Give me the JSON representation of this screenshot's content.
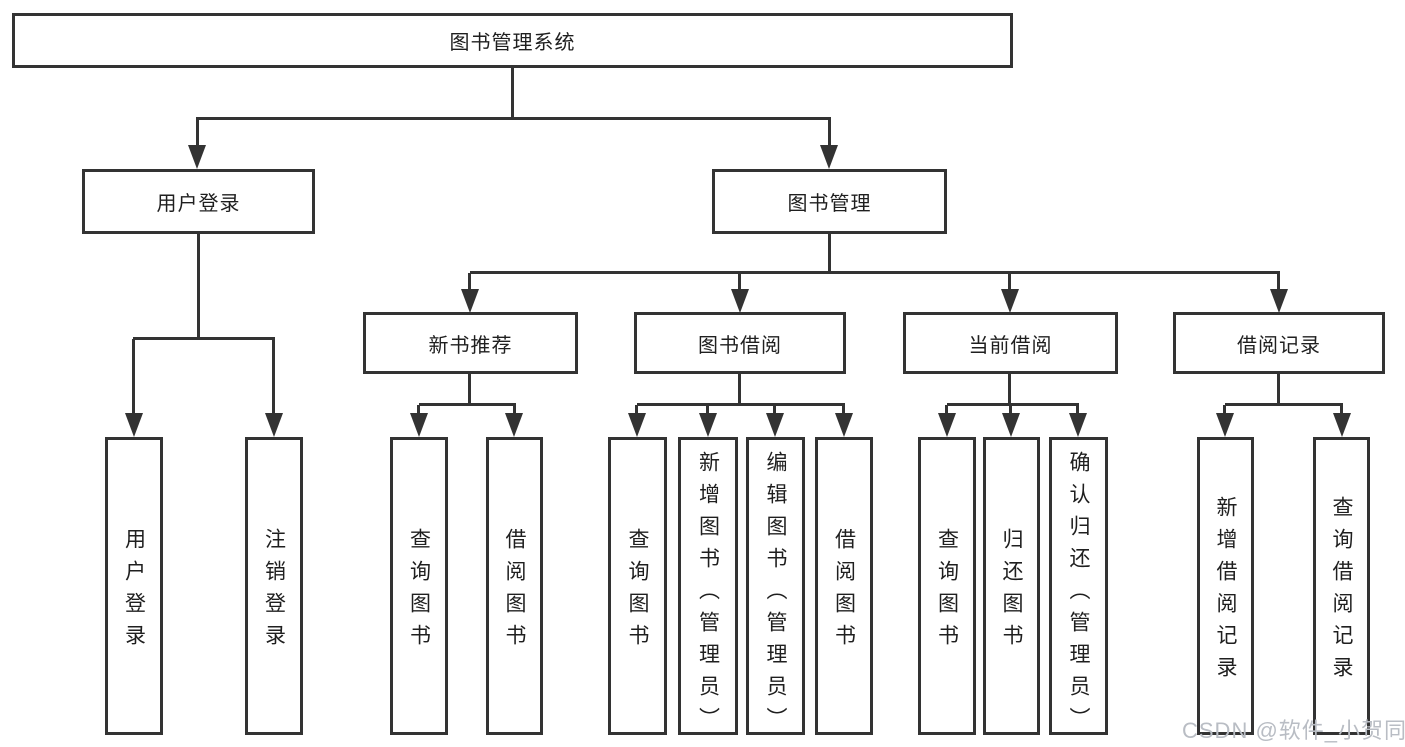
{
  "diagram": {
    "root": {
      "label": "图书管理系统"
    },
    "user_login": {
      "label": "用户登录",
      "children": {
        "login": {
          "label": "用户登录"
        },
        "logout": {
          "label": "注销登录"
        }
      }
    },
    "book_management": {
      "label": "图书管理",
      "children": {
        "new_book_recommend": {
          "label": "新书推荐",
          "children": {
            "query_books": {
              "label": "查询图书"
            },
            "borrow_books": {
              "label": "借阅图书"
            }
          }
        },
        "book_borrowing": {
          "label": "图书借阅",
          "children": {
            "query_books": {
              "label": "查询图书"
            },
            "add_books": {
              "label": "新增图书（管理员）"
            },
            "edit_books": {
              "label": "编辑图书（管理员）"
            },
            "borrow_books": {
              "label": "借阅图书"
            }
          }
        },
        "current_borrowing": {
          "label": "当前借阅",
          "children": {
            "query_books": {
              "label": "查询图书"
            },
            "return_books": {
              "label": "归还图书"
            },
            "confirm_return": {
              "label": "确认归还（管理员）"
            }
          }
        },
        "borrow_records": {
          "label": "借阅记录",
          "children": {
            "add_record": {
              "label": "新增借阅记录"
            },
            "query_record": {
              "label": "查询借阅记录"
            }
          }
        }
      }
    }
  },
  "watermark": {
    "text": "CSDN @软件_小贺同学"
  },
  "colors": {
    "line": "#333333",
    "text": "#1f1f1f",
    "watermark": "#b9bdc4",
    "background": "#ffffff"
  }
}
